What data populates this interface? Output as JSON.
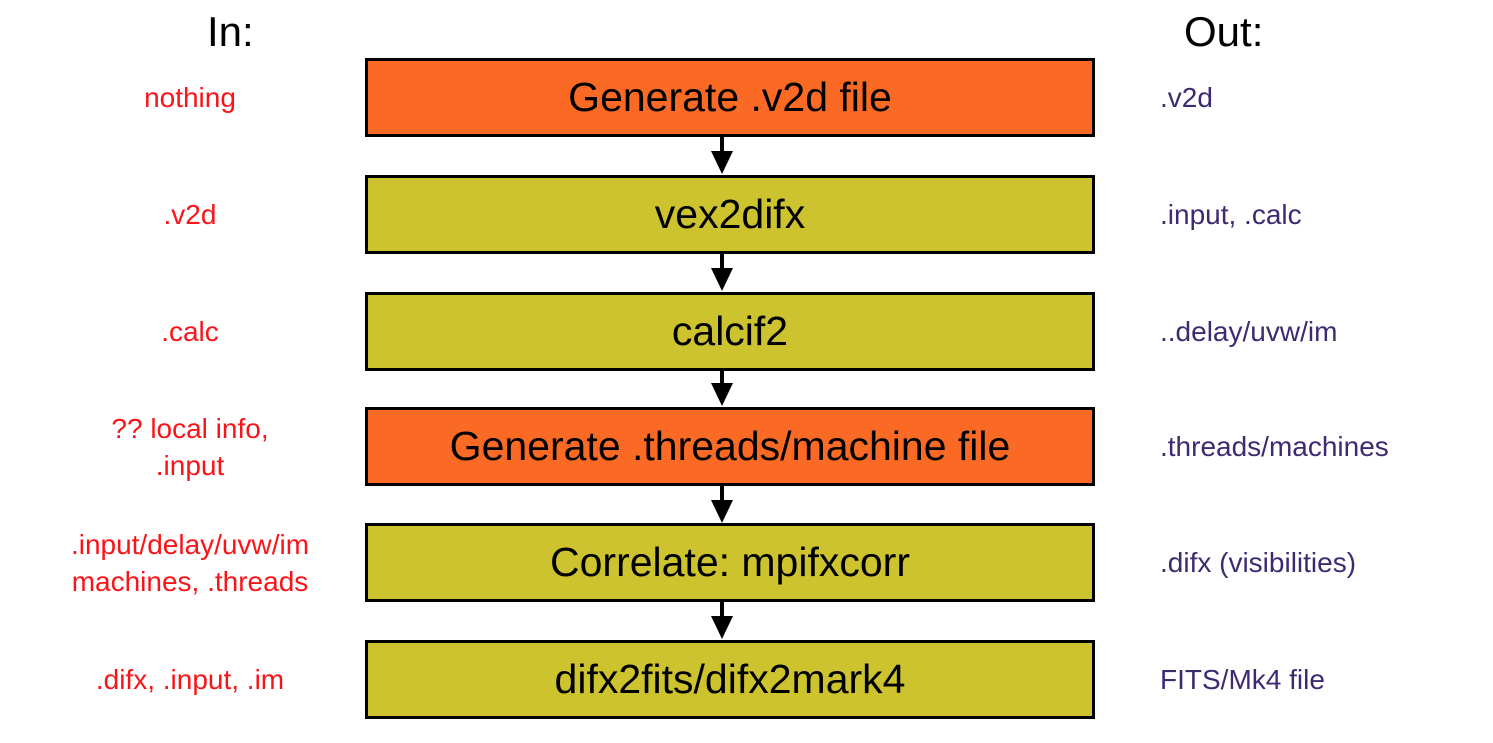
{
  "headers": {
    "in": "In:",
    "out": "Out:"
  },
  "colors": {
    "process_orange": "#fb6a24",
    "process_olive": "#cdc32f",
    "input_label_red": "#fa1419",
    "output_label_purple": "#3d2b72",
    "box_border": "#000000",
    "arrow": "#000000",
    "background": "#ffffff"
  },
  "rows": [
    {
      "input": "nothing",
      "process": "Generate .v2d file",
      "process_color": "orange",
      "output": ".v2d"
    },
    {
      "input": ".v2d",
      "process": "vex2difx",
      "process_color": "olive",
      "output": ".input, .calc"
    },
    {
      "input": ".calc",
      "process": "calcif2",
      "process_color": "olive",
      "output": "..delay/uvw/im"
    },
    {
      "input": "?? local info,\n.input",
      "process": "Generate .threads/machine file",
      "process_color": "orange",
      "output": ".threads/machines"
    },
    {
      "input": ".input/delay/uvw/im\nmachines, .threads",
      "process": "Correlate: mpifxcorr",
      "process_color": "olive",
      "output": ".difx (visibilities)"
    },
    {
      "input": ".difx, .input, .im",
      "process": "difx2fits/difx2mark4",
      "process_color": "olive",
      "output": "FITS/Mk4 file"
    }
  ]
}
